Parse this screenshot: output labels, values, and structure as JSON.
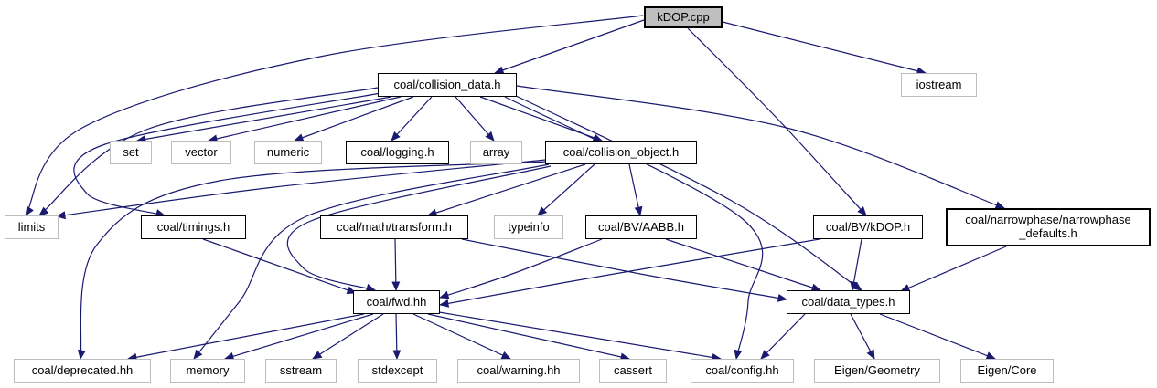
{
  "diagram": {
    "kind": "include-dependency-graph",
    "edge_color": "#191970",
    "root_fill": "#bfbfbf",
    "nodes": [
      {
        "id": "kdop_cpp",
        "label": "kDOP.cpp",
        "kind": "root"
      },
      {
        "id": "collision_data",
        "label": "coal/collision_data.h",
        "kind": "internal"
      },
      {
        "id": "iostream",
        "label": "iostream",
        "kind": "external"
      },
      {
        "id": "set",
        "label": "set",
        "kind": "external"
      },
      {
        "id": "vector",
        "label": "vector",
        "kind": "external"
      },
      {
        "id": "numeric",
        "label": "numeric",
        "kind": "external"
      },
      {
        "id": "logging",
        "label": "coal/logging.h",
        "kind": "internal"
      },
      {
        "id": "array",
        "label": "array",
        "kind": "external"
      },
      {
        "id": "collision_object",
        "label": "coal/collision_object.h",
        "kind": "internal"
      },
      {
        "id": "limits",
        "label": "limits",
        "kind": "external"
      },
      {
        "id": "timings",
        "label": "coal/timings.h",
        "kind": "internal"
      },
      {
        "id": "transform",
        "label": "coal/math/transform.h",
        "kind": "internal"
      },
      {
        "id": "typeinfo",
        "label": "typeinfo",
        "kind": "external"
      },
      {
        "id": "aabb",
        "label": "coal/BV/AABB.h",
        "kind": "internal"
      },
      {
        "id": "kdop_h",
        "label": "coal/BV/kDOP.h",
        "kind": "internal"
      },
      {
        "id": "narrowphase",
        "label": "coal/narrowphase/narrowphase_defaults.h",
        "kind": "internal",
        "thick": true,
        "label_lines": [
          "coal/narrowphase/narrowphase",
          "_defaults.h"
        ]
      },
      {
        "id": "fwd",
        "label": "coal/fwd.hh",
        "kind": "internal"
      },
      {
        "id": "data_types",
        "label": "coal/data_types.h",
        "kind": "internal"
      },
      {
        "id": "deprecated",
        "label": "coal/deprecated.hh",
        "kind": "external"
      },
      {
        "id": "memory",
        "label": "memory",
        "kind": "external"
      },
      {
        "id": "sstream",
        "label": "sstream",
        "kind": "external"
      },
      {
        "id": "stdexcept",
        "label": "stdexcept",
        "kind": "external"
      },
      {
        "id": "warning",
        "label": "coal/warning.hh",
        "kind": "external"
      },
      {
        "id": "cassert",
        "label": "cassert",
        "kind": "external"
      },
      {
        "id": "config",
        "label": "coal/config.hh",
        "kind": "external"
      },
      {
        "id": "eigen_geometry",
        "label": "Eigen/Geometry",
        "kind": "external"
      },
      {
        "id": "eigen_core",
        "label": "Eigen/Core",
        "kind": "external"
      }
    ],
    "edges": [
      {
        "from": "kdop_cpp",
        "to": "collision_data"
      },
      {
        "from": "kdop_cpp",
        "to": "iostream"
      },
      {
        "from": "kdop_cpp",
        "to": "kdop_h"
      },
      {
        "from": "kdop_cpp",
        "to": "limits"
      },
      {
        "from": "collision_data",
        "to": "limits"
      },
      {
        "from": "collision_data",
        "to": "set"
      },
      {
        "from": "collision_data",
        "to": "vector"
      },
      {
        "from": "collision_data",
        "to": "numeric"
      },
      {
        "from": "collision_data",
        "to": "logging"
      },
      {
        "from": "collision_data",
        "to": "array"
      },
      {
        "from": "collision_data",
        "to": "collision_object"
      },
      {
        "from": "collision_data",
        "to": "timings"
      },
      {
        "from": "collision_data",
        "to": "narrowphase"
      },
      {
        "from": "collision_data",
        "to": "data_types"
      },
      {
        "from": "collision_data",
        "to": "config"
      },
      {
        "from": "collision_object",
        "to": "limits"
      },
      {
        "from": "collision_object",
        "to": "memory"
      },
      {
        "from": "collision_object",
        "to": "deprecated"
      },
      {
        "from": "collision_object",
        "to": "typeinfo"
      },
      {
        "from": "collision_object",
        "to": "transform"
      },
      {
        "from": "collision_object",
        "to": "aabb"
      },
      {
        "from": "collision_object",
        "to": "fwd"
      },
      {
        "from": "timings",
        "to": "fwd"
      },
      {
        "from": "transform",
        "to": "fwd"
      },
      {
        "from": "transform",
        "to": "data_types"
      },
      {
        "from": "aabb",
        "to": "fwd"
      },
      {
        "from": "aabb",
        "to": "data_types"
      },
      {
        "from": "kdop_h",
        "to": "fwd"
      },
      {
        "from": "kdop_h",
        "to": "data_types"
      },
      {
        "from": "narrowphase",
        "to": "data_types"
      },
      {
        "from": "fwd",
        "to": "deprecated"
      },
      {
        "from": "fwd",
        "to": "memory"
      },
      {
        "from": "fwd",
        "to": "sstream"
      },
      {
        "from": "fwd",
        "to": "stdexcept"
      },
      {
        "from": "fwd",
        "to": "warning"
      },
      {
        "from": "fwd",
        "to": "cassert"
      },
      {
        "from": "fwd",
        "to": "config"
      },
      {
        "from": "data_types",
        "to": "config"
      },
      {
        "from": "data_types",
        "to": "eigen_geometry"
      },
      {
        "from": "data_types",
        "to": "eigen_core"
      }
    ]
  }
}
